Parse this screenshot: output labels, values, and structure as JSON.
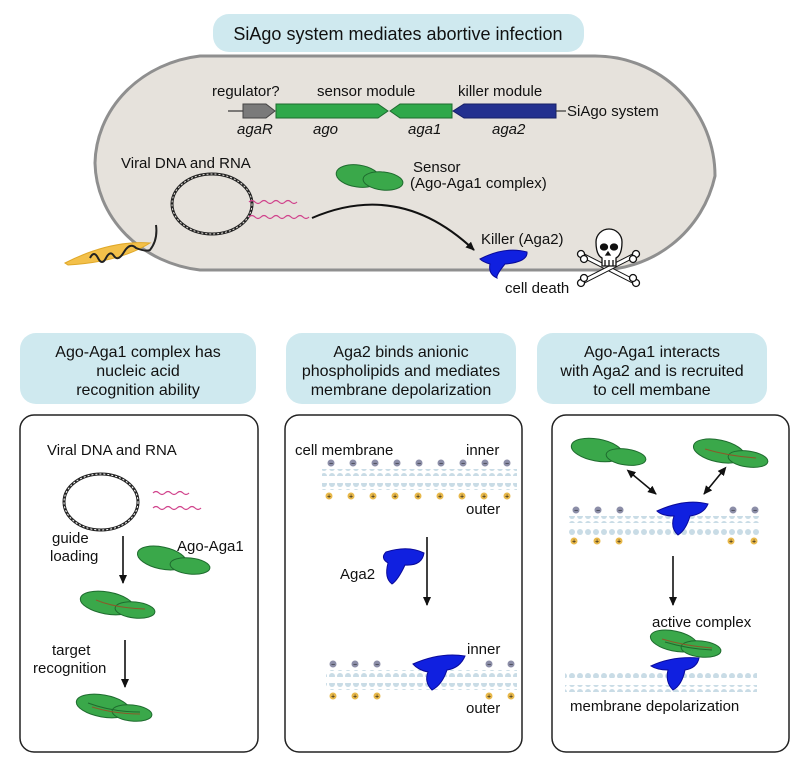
{
  "main_title": "SiAgo system mediates abortive infection",
  "cell": {
    "gene_cluster": {
      "module_labels": [
        "regulator?",
        "sensor module",
        "killer module"
      ],
      "genes": [
        {
          "name": "agaR",
          "color": "#7a7a7a"
        },
        {
          "name": "ago",
          "color": "#2fa84a"
        },
        {
          "name": "aga1",
          "color": "#2fa84a"
        },
        {
          "name": "aga2",
          "color": "#23308f"
        }
      ],
      "system_label": "SiAgo system"
    },
    "viral_label": "Viral DNA and RNA",
    "sensor_label_1": "Sensor",
    "sensor_label_2": "(Ago-Aga1 complex)",
    "killer_label": "Killer (Aga2)",
    "death_label": "cell death",
    "colors": {
      "cell_fill": "#e6e2dc",
      "cell_stroke": "#8f8f8f",
      "sensor_green": "#3aa84a",
      "killer_blue": "#1020e0",
      "rna_pink": "#d0408a",
      "phage_orange": "#f3c04a"
    }
  },
  "panels": [
    {
      "header": [
        "Ago-Aga1 complex has",
        "nucleic acid",
        "recognition ability"
      ],
      "viral_label": "Viral DNA and RNA",
      "step1_label": [
        "guide",
        "loading"
      ],
      "complex_label": "Ago-Aga1",
      "step2_label": [
        "target",
        "recognition"
      ]
    },
    {
      "header": [
        "Aga2 binds anionic",
        "phospholipids and mediates",
        "membrane depolarization"
      ],
      "membrane_label": "cell membrane",
      "inner_label": "inner",
      "outer_label": "outer",
      "aga2_label": "Aga2"
    },
    {
      "header": [
        "Ago-Aga1 interacts",
        "with Aga2 and is recruited",
        "to cell membane"
      ],
      "active_label": "active complex",
      "result_label": "membrane depolarization"
    }
  ],
  "header_box_color": "#cfe9ef"
}
